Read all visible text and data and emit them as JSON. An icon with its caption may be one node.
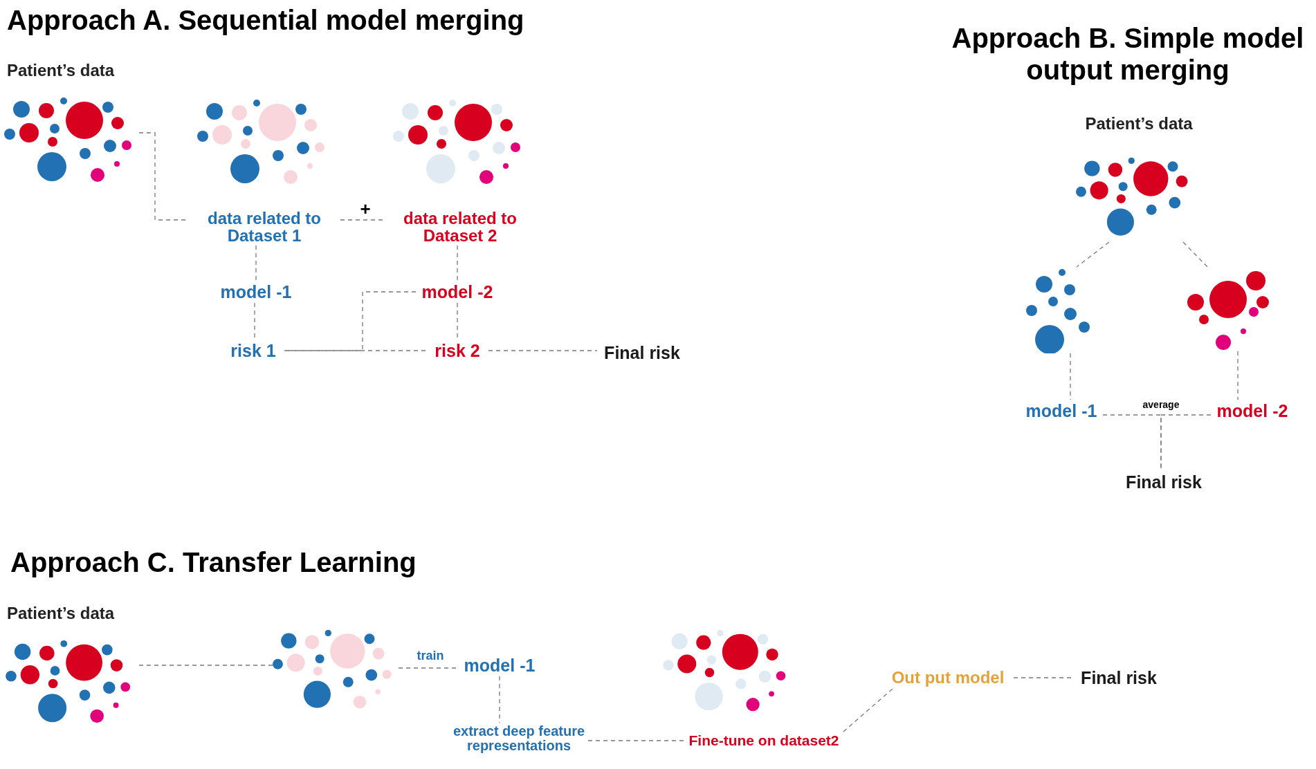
{
  "diagram": {
    "nodes": [
      {
        "text": [
          "Patient’s data"
        ]
      },
      {
        "text": [],
        "shape": "picture"
      },
      {
        "text": [],
        "shape": "picture"
      },
      {
        "text": [
          "data related to Dataset 1"
        ]
      },
      {
        "text": [
          "data related to Dataset 2"
        ]
      },
      {
        "text": [
          "model -1"
        ]
      },
      {
        "text": [
          "model -2"
        ]
      },
      {
        "text": [
          "risk 1"
        ]
      },
      {
        "text": [
          "risk 2"
        ]
      },
      {
        "text": [
          "Final risk"
        ]
      },
      {
        "text": [
          "Patient’s data"
        ]
      },
      {
        "text": [],
        "shape": "picture"
      },
      {
        "text": [],
        "shape": "picture"
      },
      {
        "text": [
          "model -1"
        ]
      },
      {
        "text": [
          "model -2"
        ]
      },
      {
        "text": [
          "Final risk"
        ]
      },
      {
        "text": [
          "Patient’s data"
        ]
      },
      {
        "text": [],
        "shape": "picture"
      },
      {
        "text": [
          "model -1"
        ]
      },
      {
        "text": [
          "extract deep feature representations"
        ]
      },
      {
        "text": [],
        "shape": "picture"
      },
      {
        "text": [
          "Fine-tune on dataset2"
        ]
      },
      {
        "text": [
          "Out put model"
        ]
      },
      {
        "text": [
          "Final risk"
        ]
      }
    ],
    "edges": [
      {
        "from": 0,
        "to": 3,
        "arrow": "none"
      },
      {
        "from": 3,
        "to": 4,
        "arrow": "none",
        "label": "+"
      },
      {
        "from": 3,
        "to": 5,
        "arrow": "none"
      },
      {
        "from": 4,
        "to": 6,
        "arrow": "none"
      },
      {
        "from": 5,
        "to": 7,
        "arrow": "none"
      },
      {
        "from": 6,
        "to": 8,
        "arrow": "none"
      },
      {
        "from": 7,
        "to": 8,
        "arrow": "none"
      },
      {
        "from": 6,
        "to": 7,
        "arrow": "none"
      },
      {
        "from": 8,
        "to": 9,
        "arrow": "none"
      },
      {
        "from": 10,
        "to": 11,
        "arrow": "none"
      },
      {
        "from": 10,
        "to": 12,
        "arrow": "none"
      },
      {
        "from": 11,
        "to": 13,
        "arrow": "none"
      },
      {
        "from": 12,
        "to": 14,
        "arrow": "none"
      },
      {
        "from": 13,
        "to": 15,
        "arrow": "none",
        "label": "average"
      },
      {
        "from": 14,
        "to": 15,
        "arrow": "none"
      },
      {
        "from": 16,
        "to": 17,
        "arrow": "none"
      },
      {
        "from": 17,
        "to": 18,
        "arrow": "none",
        "label": "train"
      },
      {
        "from": 18,
        "to": 19,
        "arrow": "none"
      },
      {
        "from": 19,
        "to": 21,
        "arrow": "none"
      },
      {
        "from": 21,
        "to": 22,
        "arrow": "none"
      },
      {
        "from": 22,
        "to": 23,
        "arrow": "none"
      }
    ],
    "labels": [
      "Approach A. Sequential model merging",
      "Approach B. Simple model output merging",
      "Approach C. Transfer Learning"
    ]
  }
}
